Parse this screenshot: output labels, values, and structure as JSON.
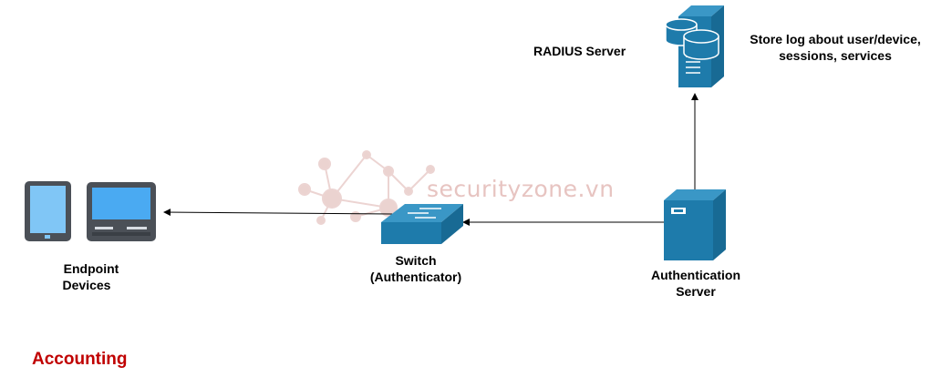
{
  "labels": {
    "radius_server": "RADIUS Server",
    "store_log": [
      "Store log about user/device,",
      "sessions, services"
    ],
    "endpoint": [
      "Endpoint",
      "Devices"
    ],
    "switch": [
      "Switch",
      "(Authenticator)"
    ],
    "auth_server": [
      "Authentication",
      "Server"
    ],
    "accounting": "Accounting"
  },
  "watermark": "securityzone.vn",
  "icons": {
    "endpoint_tablet": "tablet-icon",
    "endpoint_laptop": "laptop-icon",
    "switch": "network-switch-icon",
    "auth_server": "tower-server-icon",
    "radius_server": "database-server-icon"
  },
  "colors": {
    "device_blue": "#1e7bab",
    "device_dark": "#186a94",
    "device_gray": "#4b5057",
    "screen_blue": "#4aaaf2",
    "accounting_red": "#c00000"
  }
}
